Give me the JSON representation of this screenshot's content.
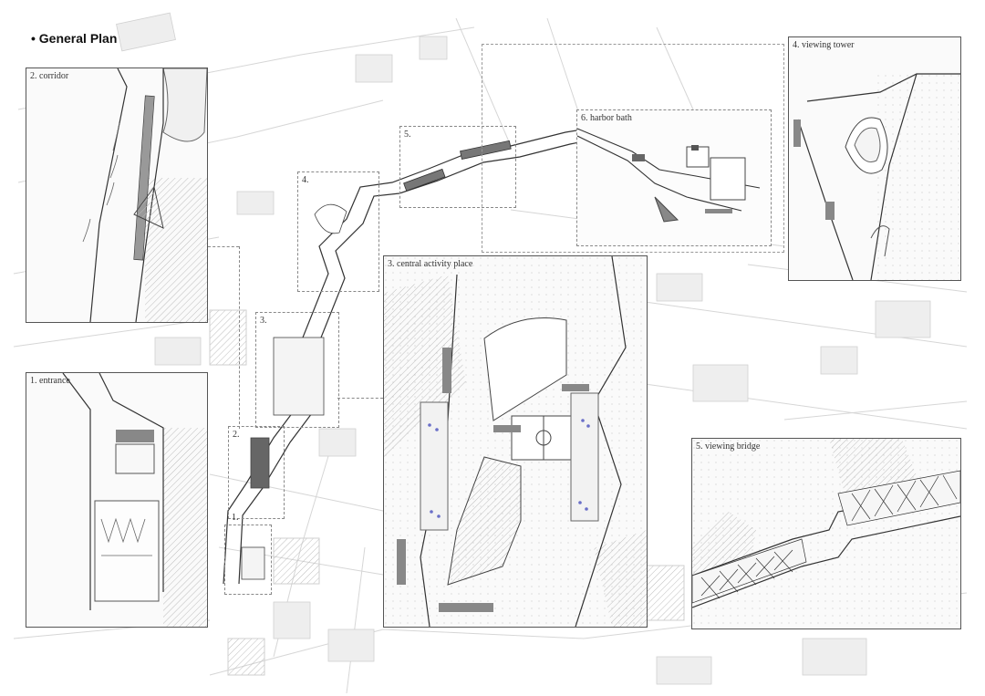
{
  "title": "• General Plan",
  "panels": {
    "corridor": "2. corridor",
    "entrance": "1. entrance",
    "central": "3. central activity place",
    "tower": "4. viewing tower",
    "bridge": "5. viewing bridge",
    "harbor": "6. harbor bath"
  },
  "callouts": {
    "c4": "4.",
    "c5": "5.",
    "c3": "3.",
    "c2": "2.",
    "c1": "1."
  },
  "colors": {
    "line": "#444444",
    "light_line": "#bbbbbb",
    "hatch": "#999999",
    "accent_dots": "#6a6fc8"
  }
}
